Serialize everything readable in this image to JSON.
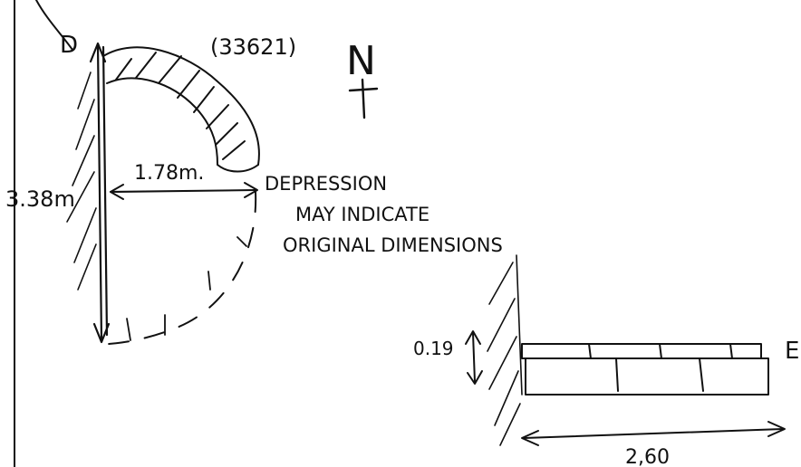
{
  "labels": {
    "point_d": "D",
    "context_id": "(33621)",
    "north": "N",
    "length_vertical": "3.38m",
    "length_horizontal": "1.78m.",
    "note_line1": "DEPRESSION",
    "note_line2": "MAY INDICATE",
    "note_line3": "ORIGINAL DIMENSIONS",
    "point_e": "E",
    "section_height": "0.19",
    "section_length": "2,60"
  }
}
